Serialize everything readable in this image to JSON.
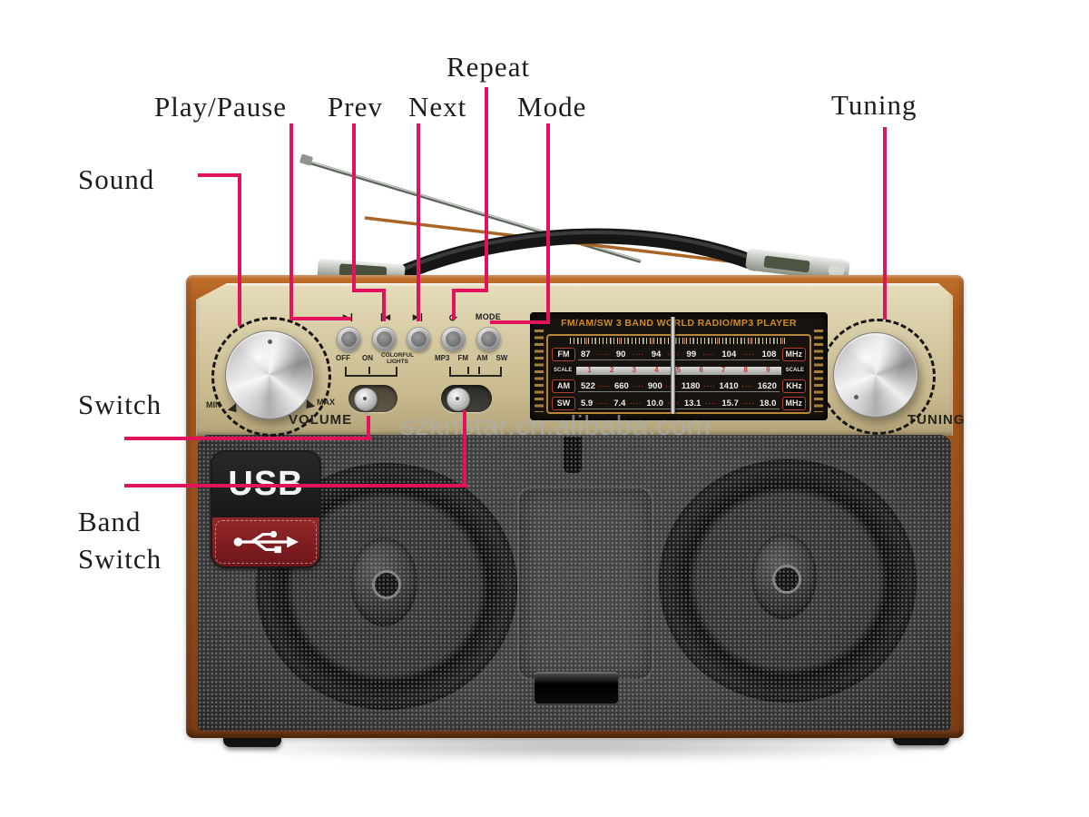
{
  "annotations": {
    "color": "#e0135c",
    "labels": {
      "sound": "Sound",
      "play_pause": "Play/Pause",
      "prev": "Prev",
      "next": "Next",
      "repeat": "Repeat",
      "mode": "Mode",
      "tuning": "Tuning",
      "switch": "Switch",
      "band_switch": "Band Switch"
    }
  },
  "watermark": "szknstar.cn.alibaba.com",
  "radio": {
    "dial": {
      "title": "FM/AM/SW 3 BAND WORLD RADIO/MP3 PLAYER",
      "scale_label": "SCALE",
      "scale_numbers": [
        "1",
        "2",
        "3",
        "4",
        "5",
        "6",
        "7",
        "8",
        "9"
      ],
      "bands": [
        {
          "name": "FM",
          "unit": "MHz",
          "values": [
            "87",
            "90",
            "94",
            "99",
            "104",
            "108"
          ]
        },
        {
          "name": "AM",
          "unit": "KHz",
          "values": [
            "522",
            "660",
            "900",
            "1180",
            "1410",
            "1620"
          ]
        },
        {
          "name": "SW",
          "unit": "MHz",
          "values": [
            "5.9",
            "7.4",
            "10.0",
            "13.1",
            "15.7",
            "18.0"
          ]
        }
      ]
    },
    "buttons": {
      "play_pause_icon": "▶❙",
      "prev_icon": "❙◀",
      "next_icon": "▶❙",
      "repeat_icon": "⟳",
      "mode": "MODE"
    },
    "power_switch": {
      "off": "OFF",
      "on": "ON",
      "lights": "COLORFUL LIGHTS"
    },
    "band_switch_options": [
      "MP3",
      "FM",
      "AM",
      "SW"
    ],
    "volume": {
      "min": "MIN",
      "max": "MAX",
      "label": "VOLUME"
    },
    "tuning_label": "TUNING",
    "usb_label": "USB"
  }
}
